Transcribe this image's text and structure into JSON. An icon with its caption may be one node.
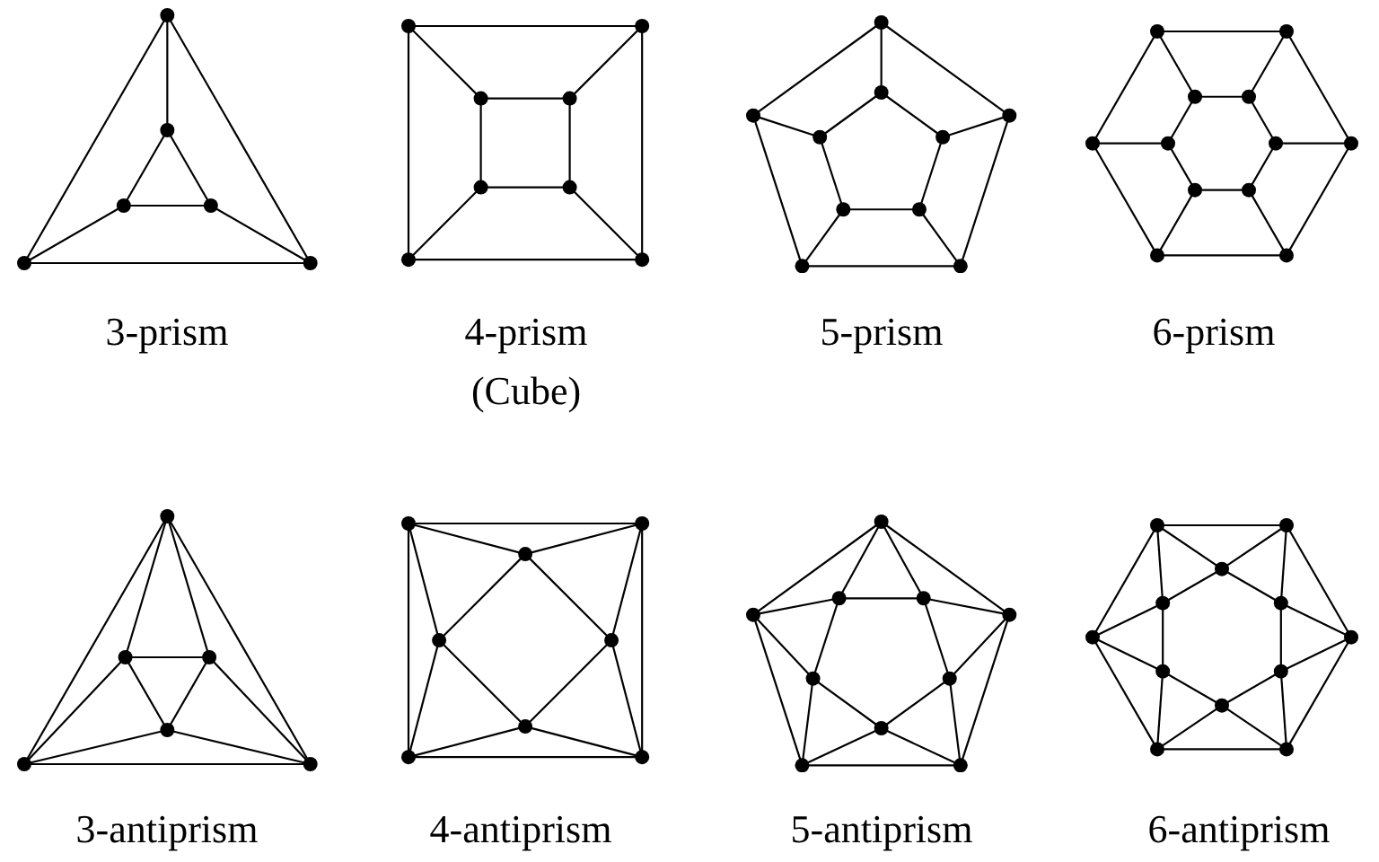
{
  "diagram": {
    "labels": [
      "3-prism",
      "4-prism",
      "(Cube)",
      "5-prism",
      "6-prism",
      "3-antiprism",
      "4-antiprism",
      "5-antiprism",
      "6-antiprism"
    ]
  }
}
